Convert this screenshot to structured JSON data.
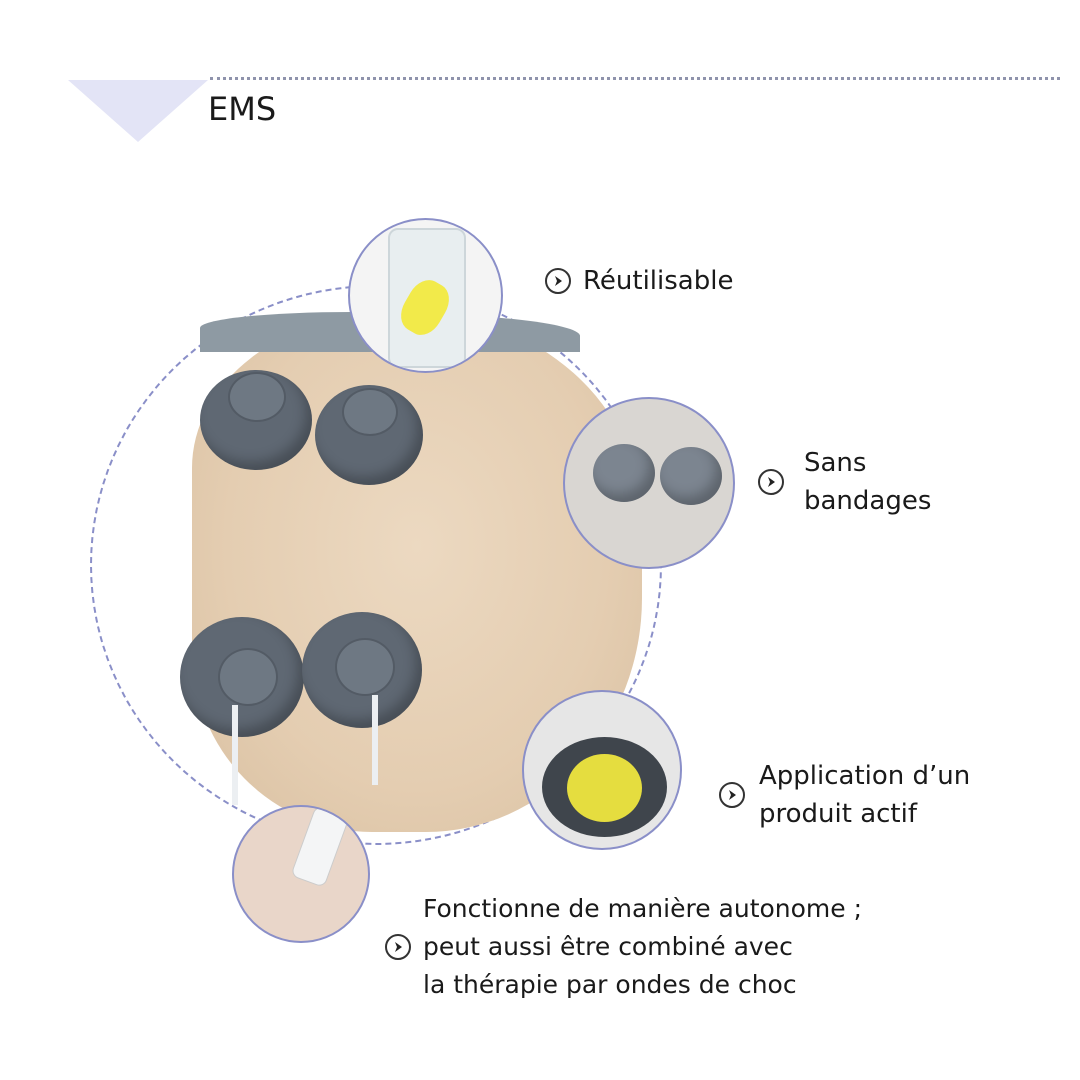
{
  "header": {
    "title": "EMS"
  },
  "features": [
    {
      "lines": [
        "Réutilisable"
      ],
      "icon": "chevron-right-circle-icon"
    },
    {
      "lines": [
        "Sans",
        "bandages"
      ],
      "icon": "chevron-right-circle-icon"
    },
    {
      "lines": [
        "Application d’un",
        "produit actif"
      ],
      "icon": "chevron-right-circle-icon"
    },
    {
      "lines": [
        "Fonctionne de manière autonome ;",
        "peut aussi être combiné avec",
        "la thérapie par ondes de choc"
      ],
      "icon": "chevron-right-circle-icon"
    }
  ],
  "colors": {
    "accent": "#8a8fc8",
    "triangle": "#e3e4f6",
    "cup": "#5f6873"
  }
}
